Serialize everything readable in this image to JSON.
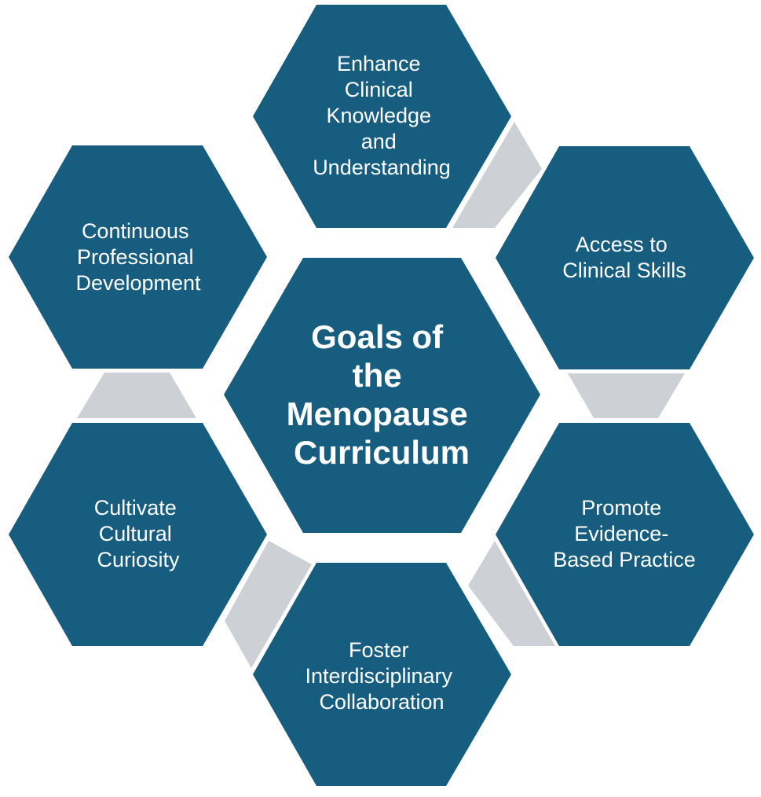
{
  "colors": {
    "hexagon_fill": "#175d80",
    "connector_fill": "#cdd0d5",
    "text": "#ffffff",
    "background": "#ffffff"
  },
  "center": {
    "lines": [
      "Goals of",
      "the",
      "Menopause",
      "Curriculum"
    ]
  },
  "goals": [
    {
      "id": "top",
      "lines": [
        "Enhance",
        "Clinical",
        "Knowledge",
        "and",
        "Understanding"
      ]
    },
    {
      "id": "upper-right",
      "lines": [
        "Access to",
        "Clinical Skills"
      ]
    },
    {
      "id": "lower-right",
      "lines": [
        "Promote",
        "Evidence-",
        "Based Practice"
      ]
    },
    {
      "id": "bottom",
      "lines": [
        "Foster",
        "Interdisciplinary",
        "Collaboration"
      ]
    },
    {
      "id": "lower-left",
      "lines": [
        "Cultivate",
        "Cultural",
        "Curiosity"
      ]
    },
    {
      "id": "upper-left",
      "lines": [
        "Continuous",
        "Professional",
        "Development"
      ]
    }
  ]
}
